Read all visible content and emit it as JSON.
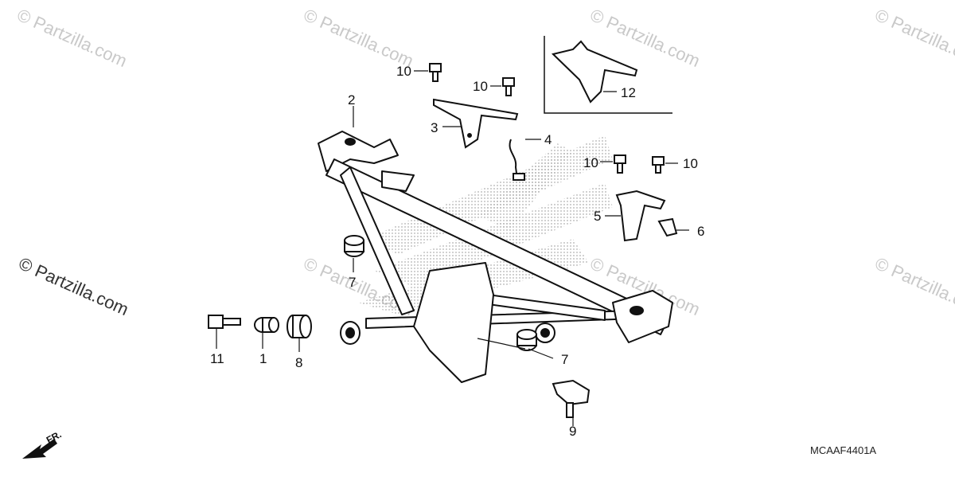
{
  "watermarks": {
    "faint": "© Partzilla.com",
    "prominent": "© Partzilla.com"
  },
  "callouts": {
    "c1": "1",
    "c2": "2",
    "c3": "3",
    "c4": "4",
    "c5": "5",
    "c6": "6",
    "c7a": "7",
    "c7b": "7",
    "c8": "8",
    "c9": "9",
    "c10a": "10",
    "c10b": "10",
    "c10c": "10",
    "c10d": "10",
    "c11": "11",
    "c12": "12"
  },
  "direction_label": "FR.",
  "diagram_code": "MCAAF4401A",
  "colors": {
    "line": "#111111",
    "watermark": "#c9c9c9",
    "stipple": "#8a8a8a"
  }
}
